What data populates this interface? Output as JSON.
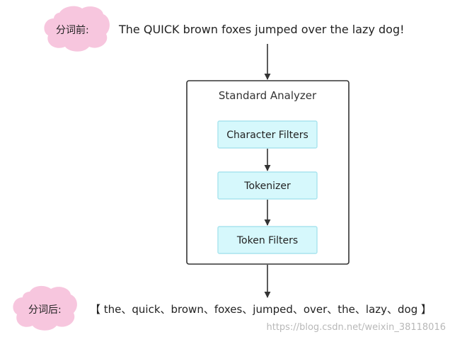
{
  "diagram": {
    "before": {
      "tag": "分词前:",
      "text": "The QUICK brown foxes jumped over the lazy dog!"
    },
    "analyzer": {
      "title": "Standard Analyzer",
      "stages": [
        {
          "label": "Character Filters"
        },
        {
          "label": "Tokenizer"
        },
        {
          "label": "Token Filters"
        }
      ]
    },
    "after": {
      "tag": "分词后:",
      "text": "【 the、quick、brown、foxes、jumped、over、the、lazy、dog 】"
    },
    "watermark": "https://blog.csdn.net/weixin_38118016"
  },
  "colors": {
    "cloud": "#f7c6de",
    "stage_fill": "#d6f8fc",
    "stage_border": "#a8e4ee",
    "analyzer_border": "#333333",
    "arrow": "#333333"
  }
}
